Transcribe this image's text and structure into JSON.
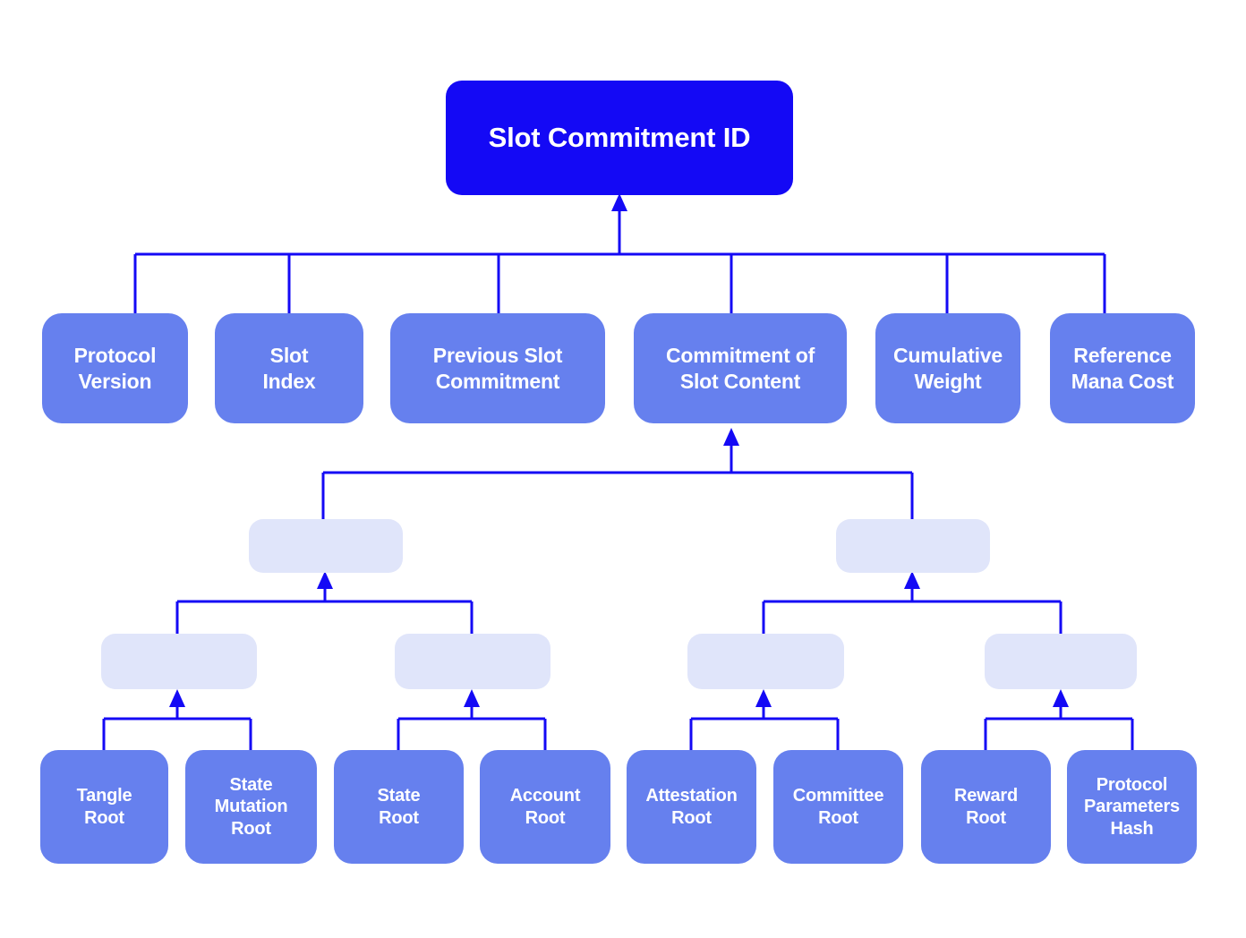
{
  "diagram": {
    "title": "Slot Commitment ID structure",
    "colors": {
      "root_fill": "#1409F5",
      "node_fill": "#6680EE",
      "hash_fill": "#E0E5FA",
      "connector": "#1409F5",
      "label_text": "#FFFFFF",
      "background": "#FFFFFF"
    },
    "root": {
      "label": "Slot Commitment ID"
    },
    "fields": [
      {
        "label": "Protocol\nVersion"
      },
      {
        "label": "Slot\nIndex"
      },
      {
        "label": "Previous Slot\nCommitment"
      },
      {
        "label": "Commitment of\nSlot Content"
      },
      {
        "label": "Cumulative\nWeight"
      },
      {
        "label": "Reference\nMana Cost"
      }
    ],
    "hash_nodes": [
      {
        "label": ""
      },
      {
        "label": ""
      },
      {
        "label": ""
      },
      {
        "label": ""
      },
      {
        "label": ""
      },
      {
        "label": ""
      }
    ],
    "leaves": [
      {
        "label": "Tangle\nRoot"
      },
      {
        "label": "State\nMutation\nRoot"
      },
      {
        "label": "State\nRoot"
      },
      {
        "label": "Account\nRoot"
      },
      {
        "label": "Attestation\nRoot"
      },
      {
        "label": "Committee\nRoot"
      },
      {
        "label": "Reward\nRoot"
      },
      {
        "label": "Protocol\nParameters\nHash"
      }
    ]
  }
}
